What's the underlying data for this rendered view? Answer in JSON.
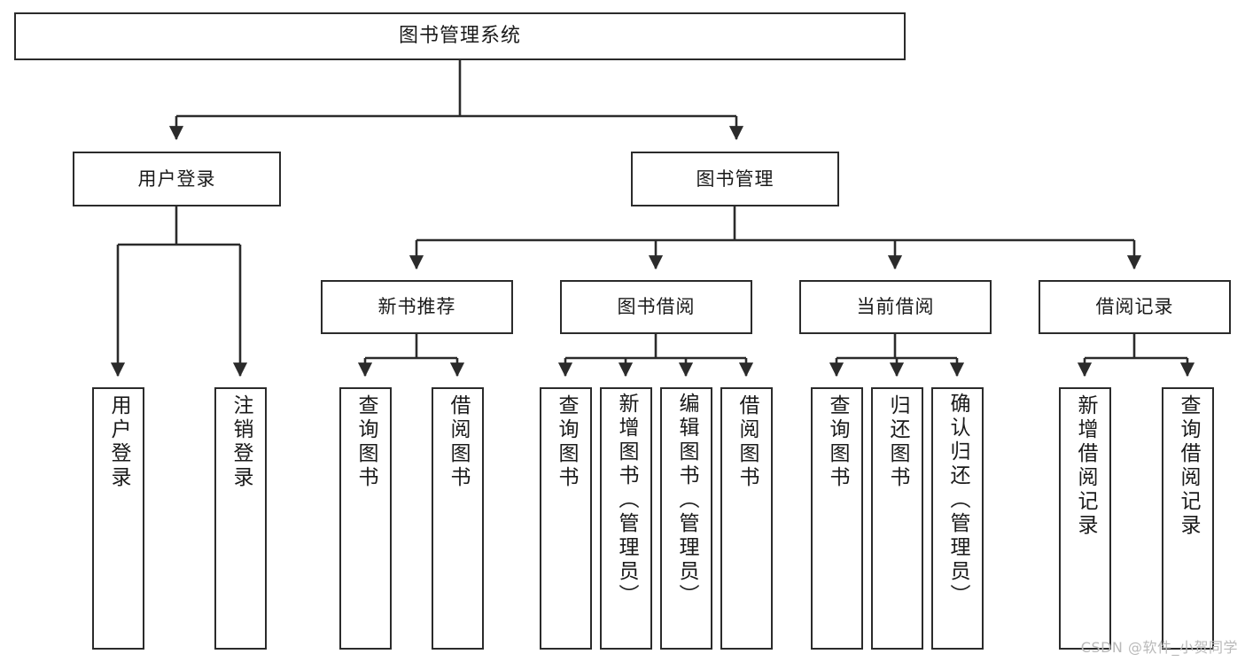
{
  "diagram": {
    "title": "图书管理系统",
    "type": "tree",
    "orientation": "top-down",
    "style": {
      "box_border_color": "#2b2b2b",
      "box_fill_color": "#ffffff",
      "connector_color": "#2b2b2b",
      "background_color": "#ffffff",
      "text_color": "#1a1a1a"
    },
    "levels": {
      "root": "图书管理系统",
      "level2": [
        "用户登录",
        "图书管理"
      ],
      "level3": [
        "新书推荐",
        "图书借阅",
        "当前借阅",
        "借阅记录"
      ]
    },
    "nodes": {
      "root": {
        "label": "图书管理系统"
      },
      "user_login": {
        "label": "用户登录"
      },
      "book_manage": {
        "label": "图书管理"
      },
      "new_book_rec": {
        "label": "新书推荐"
      },
      "book_borrow": {
        "label": "图书借阅"
      },
      "current_borrow": {
        "label": "当前借阅"
      },
      "borrow_record": {
        "label": "借阅记录"
      },
      "leaf_user_login": {
        "label": "用户登录"
      },
      "leaf_logout": {
        "label": "注销登录"
      },
      "leaf_query_book_rec": {
        "label": "查询图书"
      },
      "leaf_borrow_book_rec": {
        "label": "借阅图书"
      },
      "leaf_query_book_bb": {
        "label": "查询图书"
      },
      "leaf_add_book": {
        "label": "新增图书（管理员）"
      },
      "leaf_edit_book": {
        "label": "编辑图书（管理员）"
      },
      "leaf_borrow_book_bb": {
        "label": "借阅图书"
      },
      "leaf_query_book_cb": {
        "label": "查询图书"
      },
      "leaf_return_book": {
        "label": "归还图书"
      },
      "leaf_confirm_return": {
        "label": "确认归还（管理员）"
      },
      "leaf_add_record": {
        "label": "新增借阅记录"
      },
      "leaf_query_record": {
        "label": "查询借阅记录"
      }
    }
  },
  "watermark": {
    "text": "CSDN @软件_小贺同学"
  }
}
